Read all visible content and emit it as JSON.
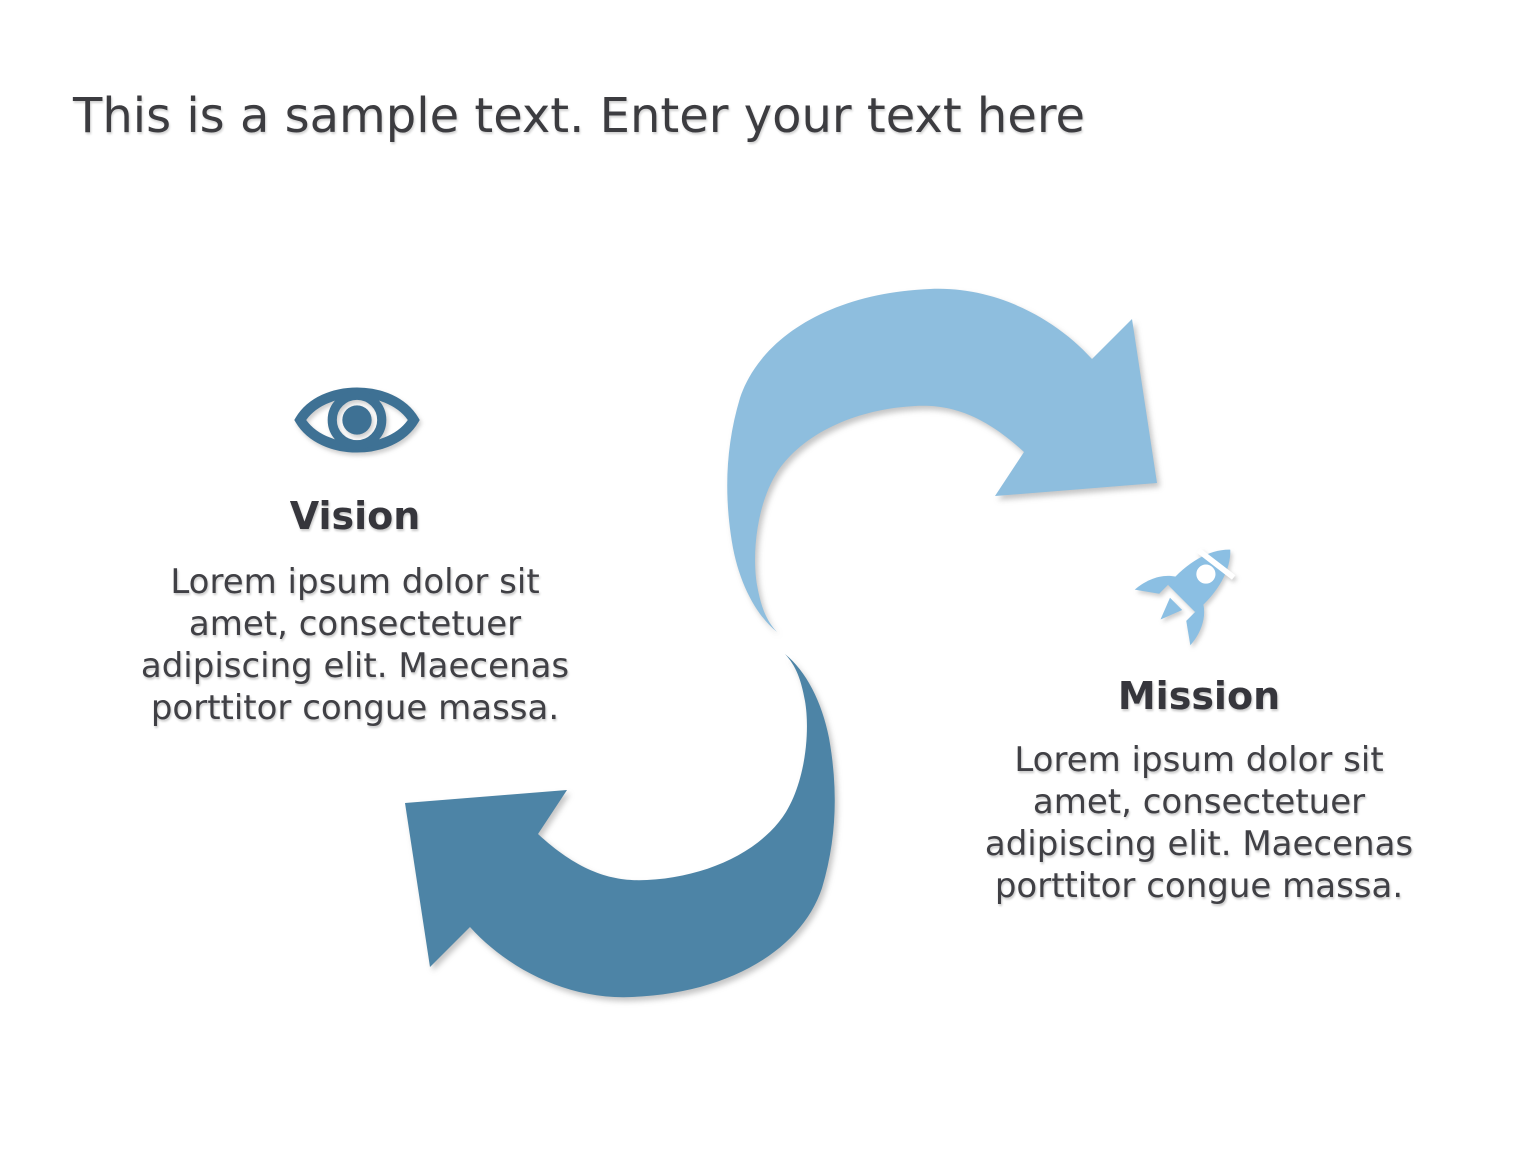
{
  "title": "This is a sample text. Enter your text here",
  "sections": {
    "vision": {
      "heading": "Vision",
      "icon": "eye-icon",
      "body_lines": [
        "Lorem ipsum dolor sit",
        "amet, consectetuer",
        "adipiscing elit. Maecenas",
        "porttitor congue massa."
      ]
    },
    "mission": {
      "heading": "Mission",
      "icon": "rocket-icon",
      "body_lines": [
        "Lorem ipsum dolor sit",
        "amet, consectetuer",
        "adipiscing elit. Maecenas",
        "porttitor congue massa."
      ]
    }
  },
  "colors": {
    "background": "#ffffff",
    "arrow_light": "#8ebede",
    "arrow_dark": "#4d84a6",
    "icon_eye": "#3e7194",
    "icon_rocket": "#8bbfe3",
    "icon_window": "#ffffff",
    "title_text": "#3c3c40",
    "heading_text": "#36363c",
    "body_text": "#404045"
  }
}
